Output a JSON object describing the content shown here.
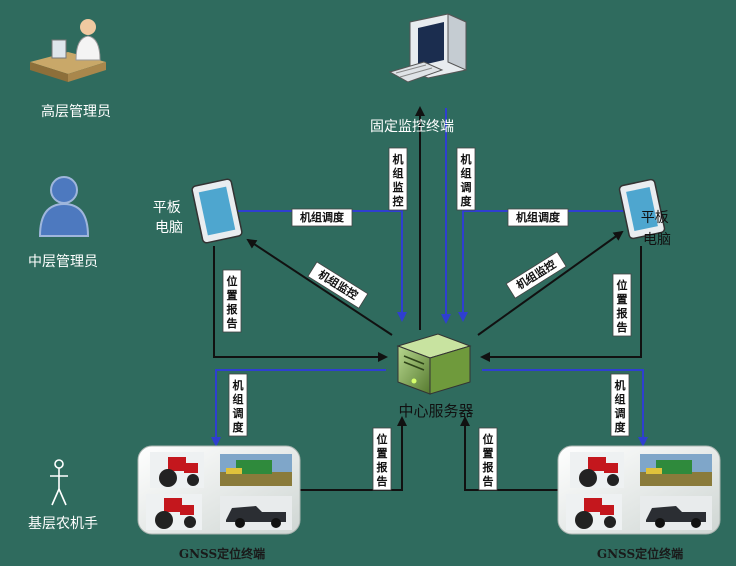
{
  "roles": {
    "senior": "高层管理员",
    "middle": "中层管理员",
    "base": "基层农机手"
  },
  "nodes": {
    "fixed_terminal": "固定监控终端",
    "tablet_left": "平板\n电脑",
    "tablet_right": "平板\n电脑",
    "server": "中心服务器",
    "gnss_left": "GNSS定位终端",
    "gnss_right": "GNSS定位终端"
  },
  "edge_labels": {
    "unit_monitor": "机组监控",
    "unit_dispatch": "机组调度",
    "position_report": "位置报告"
  },
  "colors": {
    "background": "#2f6b5e",
    "dispatch_arrow": "#2f3fd0",
    "report_arrow": "#111111",
    "tag_fill": "#ffffff"
  }
}
